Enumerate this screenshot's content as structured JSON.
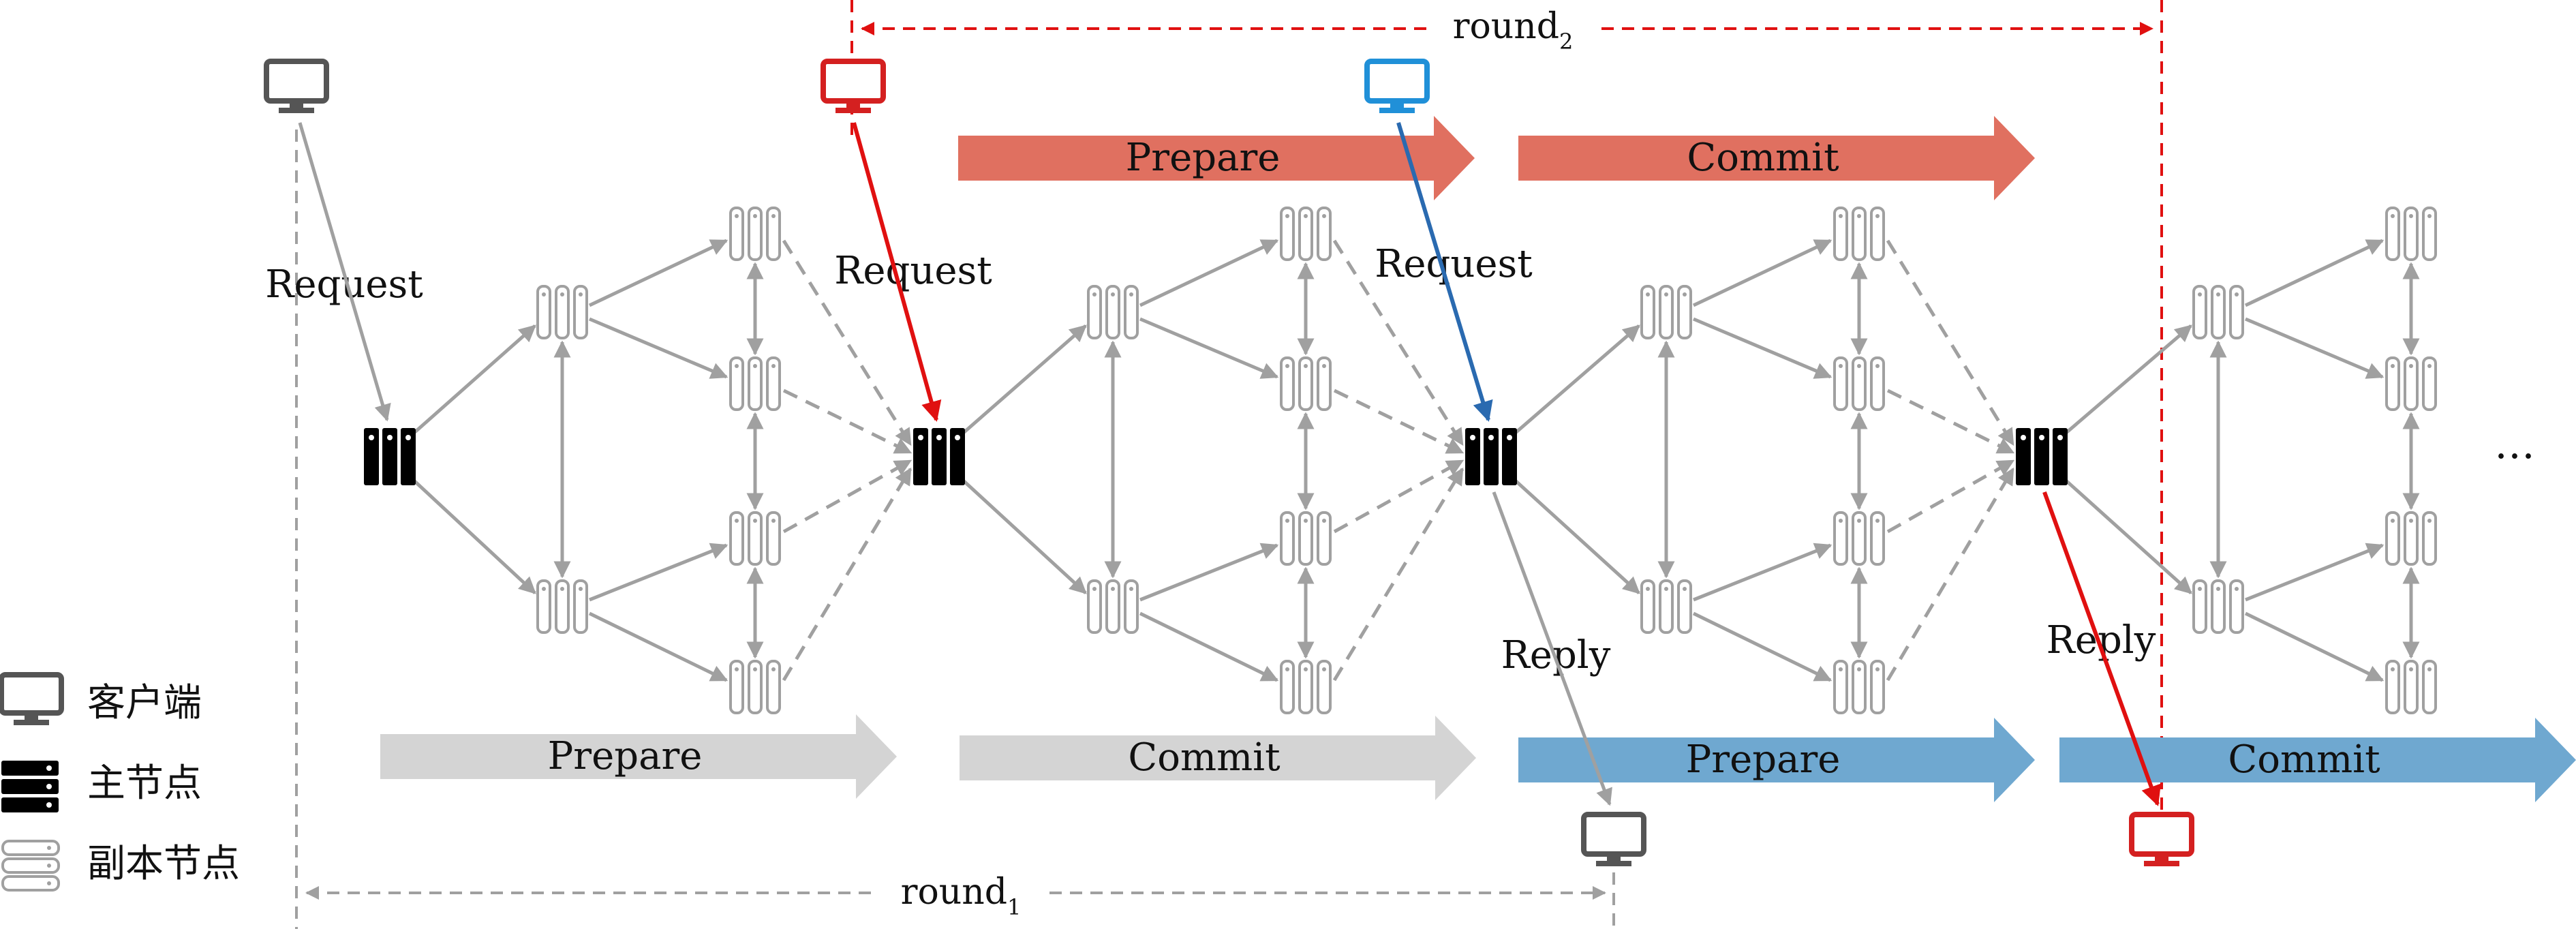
{
  "diagram": {
    "round1": {
      "label": "round",
      "sub": "1"
    },
    "round2": {
      "label": "round",
      "sub": "2"
    },
    "request_label": "Request",
    "reply_label": "Reply",
    "prepare_label": "Prepare",
    "commit_label": "Commit",
    "ellipsis": "…",
    "legend": {
      "client": "客户端",
      "primary": "主节点",
      "replica": "副本节点"
    },
    "colors": {
      "gray_arrow": "#d4d4d4",
      "red_arrow": "#e07060",
      "blue_arrow": "#6fa8d0",
      "red_line": "#e01010",
      "blue_line": "#2a6ab0",
      "client_gray": "#555555",
      "client_red": "#d42020",
      "client_blue": "#2090d8",
      "replica": "#a0a0a0",
      "primary": "#000000"
    }
  }
}
